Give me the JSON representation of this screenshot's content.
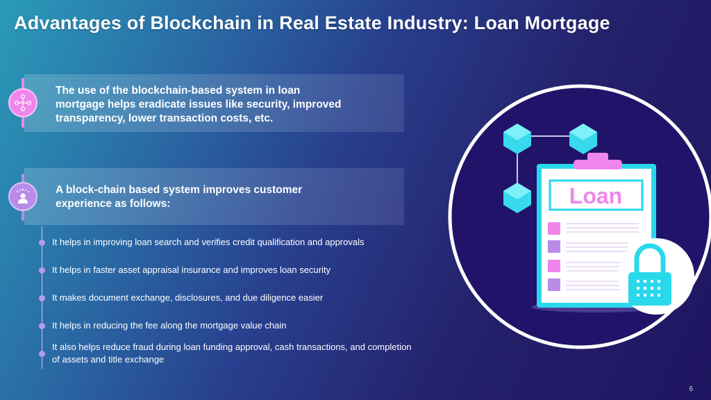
{
  "title": "Advantages of Blockchain in Real Estate Industry: Loan Mortgage",
  "box1": {
    "text": "The use of the blockchain-based system in loan mortgage helps eradicate issues like security, improved transparency, lower transaction costs, etc.",
    "icon": "network-icon"
  },
  "box2": {
    "text": "A block-chain based system improves customer experience as follows:",
    "icon": "customer-rating-icon"
  },
  "items": [
    "It helps in improving loan search and verifies credit qualification and approvals",
    "It helps in faster asset appraisal insurance and improves loan security",
    "It makes document exchange, disclosures, and due diligence easier",
    "It helps in reducing the fee along the mortgage value chain",
    "It also helps reduce fraud during loan funding approval, cash transactions, and completion of assets and title exchange"
  ],
  "illustration": {
    "label": "Loan"
  },
  "page_number": "6",
  "colors": {
    "pink": "#f07fe8",
    "cyan": "#2ad8ec",
    "violet": "#b58be8",
    "navy": "#21136a"
  }
}
